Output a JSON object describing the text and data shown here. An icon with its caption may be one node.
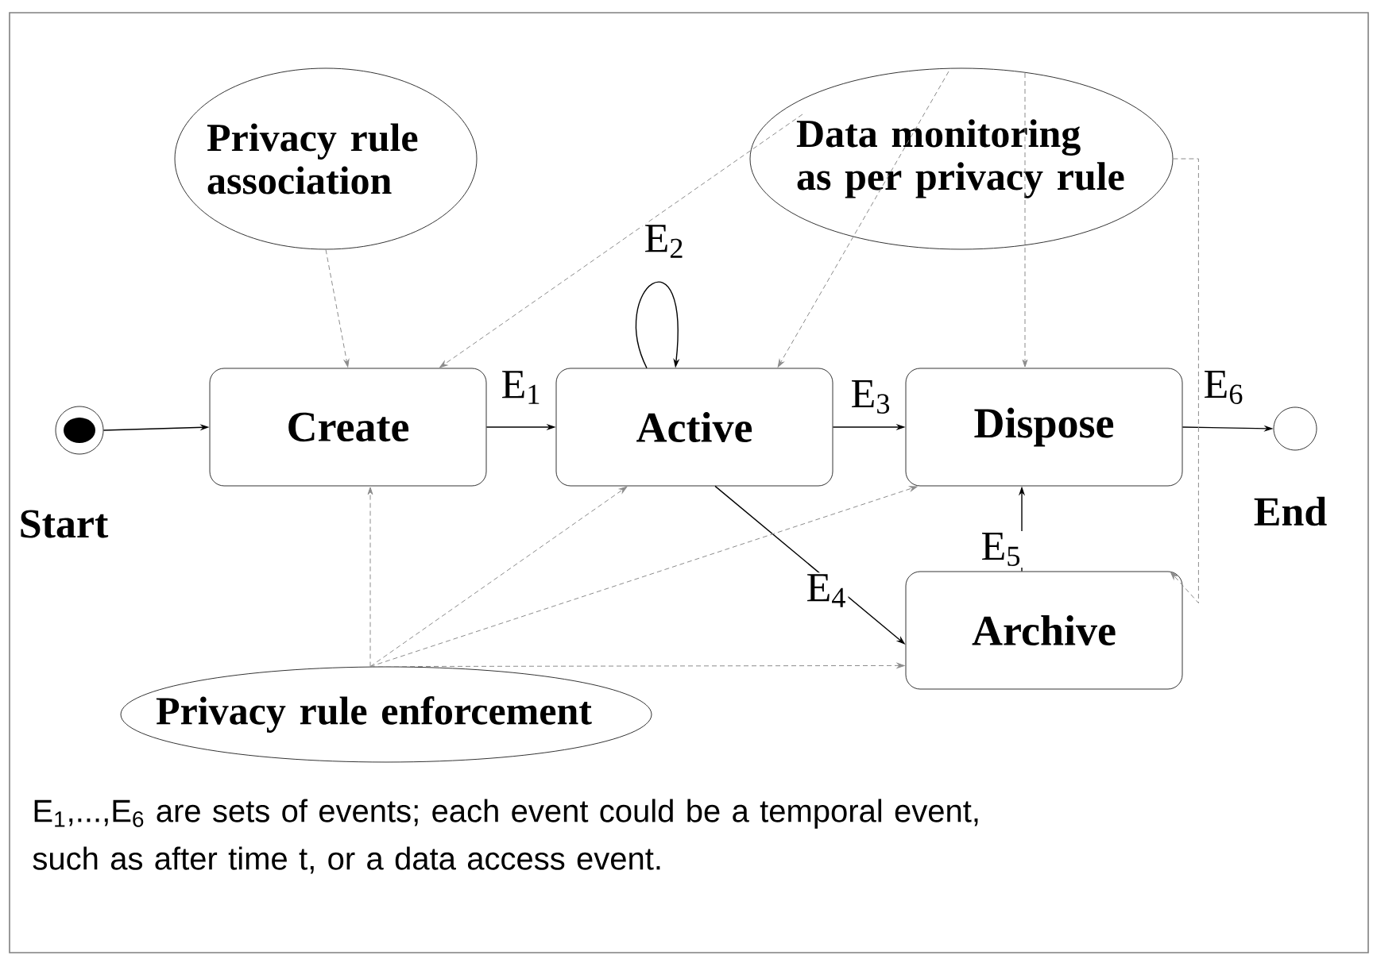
{
  "diagram": {
    "caption": "E$_{1}$,...,E$_{6}$ are sets of events; each event could be a temporal event, such as after time t, or a data access event.",
    "nodes": [
      {
        "text": [],
        "shape": "circle",
        "beside": [
          "Start"
        ]
      },
      {
        "text": [
          "Create"
        ]
      },
      {
        "text": [
          "Active"
        ]
      },
      {
        "text": [
          "Dispose"
        ]
      },
      {
        "text": [
          "Archive"
        ]
      },
      {
        "text": [],
        "shape": "circle",
        "beside": [
          "End"
        ]
      },
      {
        "text": [
          "Privacy rule association"
        ]
      },
      {
        "text": [
          "Data monitoring as per privacy rule"
        ]
      },
      {
        "text": [
          "Privacy rule enforcement"
        ]
      }
    ],
    "edges": [
      {
        "from": 0,
        "to": 1,
        "arrow": "to",
        "color": "#000000"
      },
      {
        "from": 1,
        "to": 2,
        "arrow": "to",
        "label": "E$_{1}$",
        "color": "#000000"
      },
      {
        "from": 2,
        "to": 2,
        "arrow": "to",
        "label": "E$_{2}$",
        "color": "#000000"
      },
      {
        "from": 2,
        "to": 3,
        "arrow": "to",
        "label": "E$_{3}$",
        "color": "#000000"
      },
      {
        "from": 2,
        "to": 4,
        "arrow": "to",
        "label": "E$_{4}$",
        "color": "#000000"
      },
      {
        "from": 4,
        "to": 3,
        "arrow": "to",
        "label": "E$_{5}$",
        "color": "#000000"
      },
      {
        "from": 3,
        "to": 5,
        "arrow": "to",
        "label": "E$_{6}$",
        "color": "#000000"
      },
      {
        "from": 6,
        "to": 1,
        "arrow": "to",
        "style": "dashed",
        "color": "#8c8c8c"
      },
      {
        "from": 7,
        "to": 1,
        "arrow": "to",
        "style": "dashed",
        "color": "#8c8c8c"
      },
      {
        "from": 7,
        "to": 2,
        "arrow": "to",
        "style": "dashed",
        "color": "#8c8c8c"
      },
      {
        "from": 7,
        "to": 3,
        "arrow": "to",
        "style": "dashed",
        "color": "#8c8c8c"
      },
      {
        "from": 7,
        "to": 4,
        "arrow": "to",
        "style": "dashed",
        "color": "#8c8c8c"
      },
      {
        "from": 8,
        "to": 1,
        "arrow": "to",
        "style": "dashed",
        "color": "#8c8c8c"
      },
      {
        "from": 8,
        "to": 2,
        "arrow": "to",
        "style": "dashed",
        "color": "#8c8c8c"
      },
      {
        "from": 8,
        "to": 3,
        "arrow": "to",
        "style": "dashed",
        "color": "#8c8c8c"
      },
      {
        "from": 8,
        "to": 4,
        "arrow": "to",
        "style": "dashed",
        "color": "#8c8c8c"
      }
    ]
  }
}
